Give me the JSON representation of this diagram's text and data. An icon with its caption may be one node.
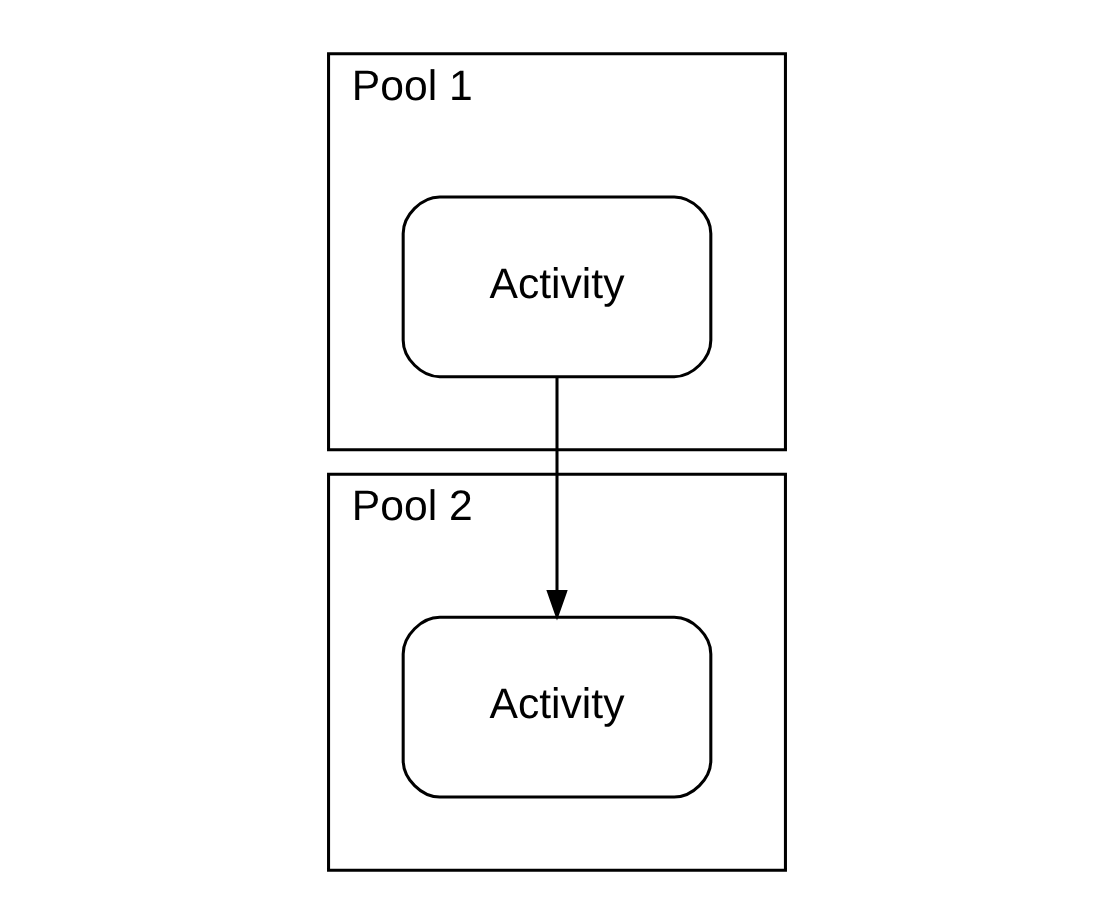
{
  "diagram": {
    "nodes": [
      {
        "text": [
          "Pool 1"
        ]
      },
      {
        "text": [
          "Activity"
        ],
        "in": 0
      },
      {
        "text": [
          "Pool 2"
        ]
      },
      {
        "text": [
          "Activity"
        ],
        "in": 2
      }
    ],
    "edges": [
      {
        "from": 1,
        "to": 3,
        "arrow": "to"
      }
    ]
  }
}
